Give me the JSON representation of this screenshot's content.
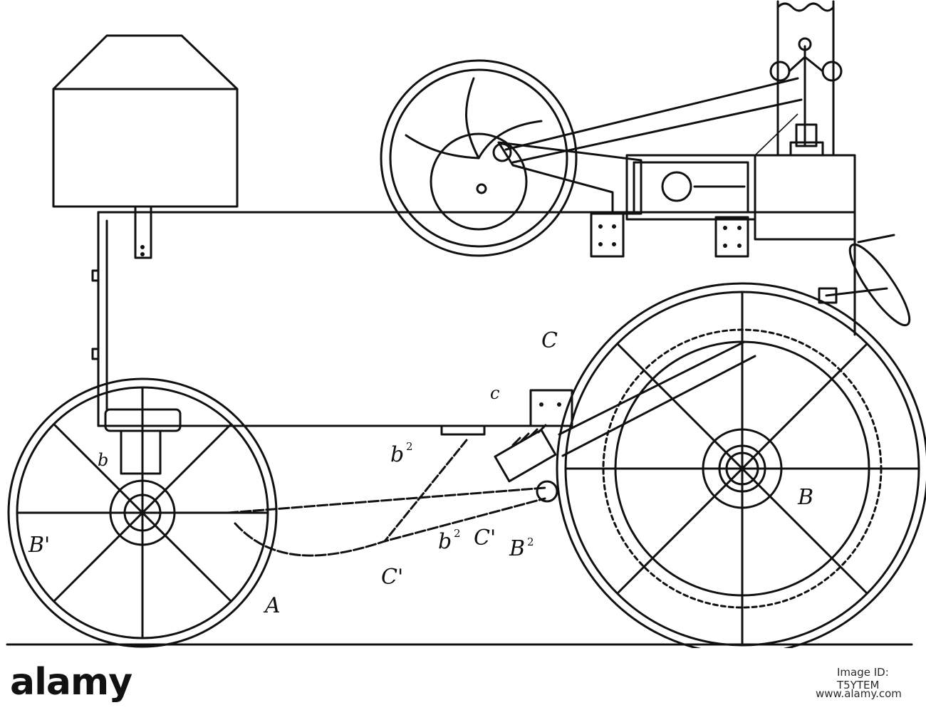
{
  "figure": {
    "labels": {
      "A": "A",
      "B": "B",
      "B_prime": "B'",
      "B2_main": "B",
      "B2_sup": "2",
      "C_large": "C",
      "c_small": "c",
      "C_prime_left": "C'",
      "C_prime_right": "C'",
      "b": "b",
      "b2_upper_main": "b",
      "b2_upper_sup": "2",
      "b2_lower_main": "b",
      "b2_lower_sup": "2"
    }
  },
  "watermark": {
    "logo": "alamy",
    "image_id": "Image ID: T5YTEM",
    "link": "www.alamy.com"
  }
}
